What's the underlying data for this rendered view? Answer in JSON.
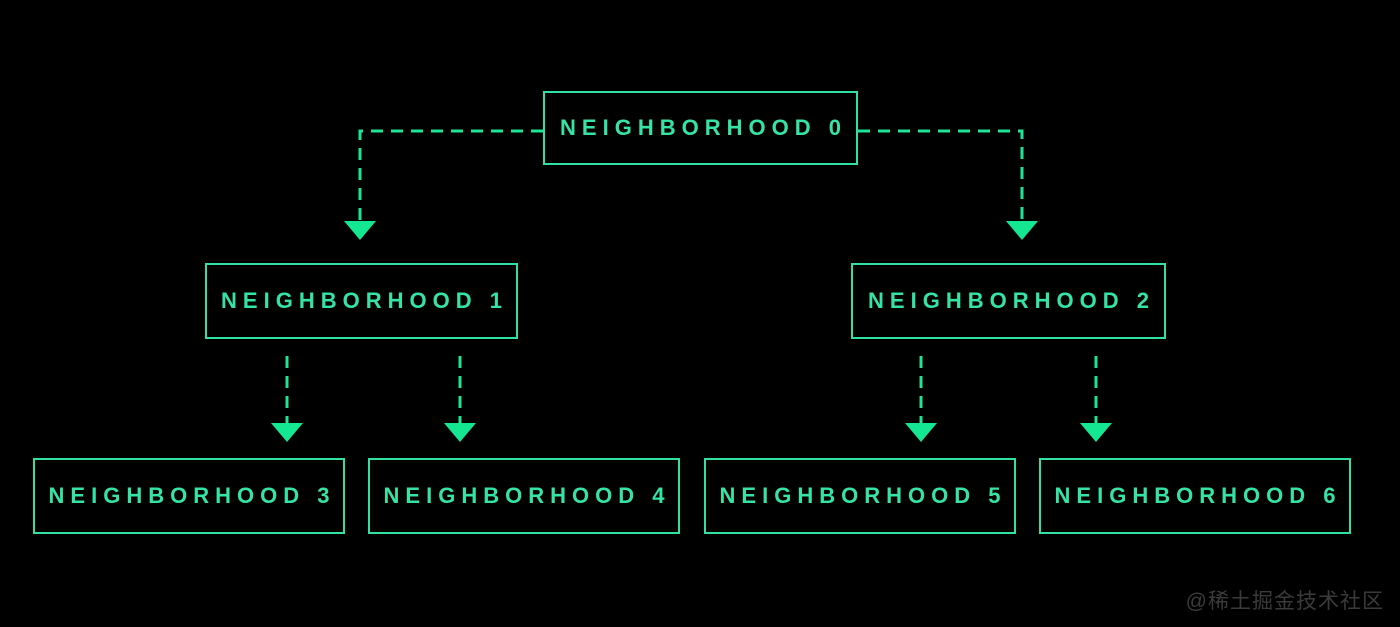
{
  "diagram": {
    "type": "tree",
    "nodes": [
      {
        "id": "n0",
        "label": "NEIGHBORHOOD 0"
      },
      {
        "id": "n1",
        "label": "NEIGHBORHOOD 1"
      },
      {
        "id": "n2",
        "label": "NEIGHBORHOOD 2"
      },
      {
        "id": "n3",
        "label": "NEIGHBORHOOD 3"
      },
      {
        "id": "n4",
        "label": "NEIGHBORHOOD 4"
      },
      {
        "id": "n5",
        "label": "NEIGHBORHOOD 5"
      },
      {
        "id": "n6",
        "label": "NEIGHBORHOOD 6"
      }
    ],
    "edges": [
      {
        "from": "NEIGHBORHOOD 0",
        "to": "NEIGHBORHOOD 1",
        "style": "dashed-arrow"
      },
      {
        "from": "NEIGHBORHOOD 0",
        "to": "NEIGHBORHOOD 2",
        "style": "dashed-arrow"
      },
      {
        "from": "NEIGHBORHOOD 1",
        "to": "NEIGHBORHOOD 3",
        "style": "dashed-arrow"
      },
      {
        "from": "NEIGHBORHOOD 1",
        "to": "NEIGHBORHOOD 4",
        "style": "dashed-arrow"
      },
      {
        "from": "NEIGHBORHOOD 2",
        "to": "NEIGHBORHOOD 5",
        "style": "dashed-arrow"
      },
      {
        "from": "NEIGHBORHOOD 2",
        "to": "NEIGHBORHOOD 6",
        "style": "dashed-arrow"
      }
    ]
  },
  "watermark": {
    "text": "@稀土掘金技术社区"
  },
  "colors": {
    "background": "#000000",
    "node_border": "#31e0a4",
    "node_text": "#35e3a6",
    "connector_dash": "#1ee596",
    "arrowhead": "#14e692",
    "watermark_text": "#3b3b3b"
  }
}
